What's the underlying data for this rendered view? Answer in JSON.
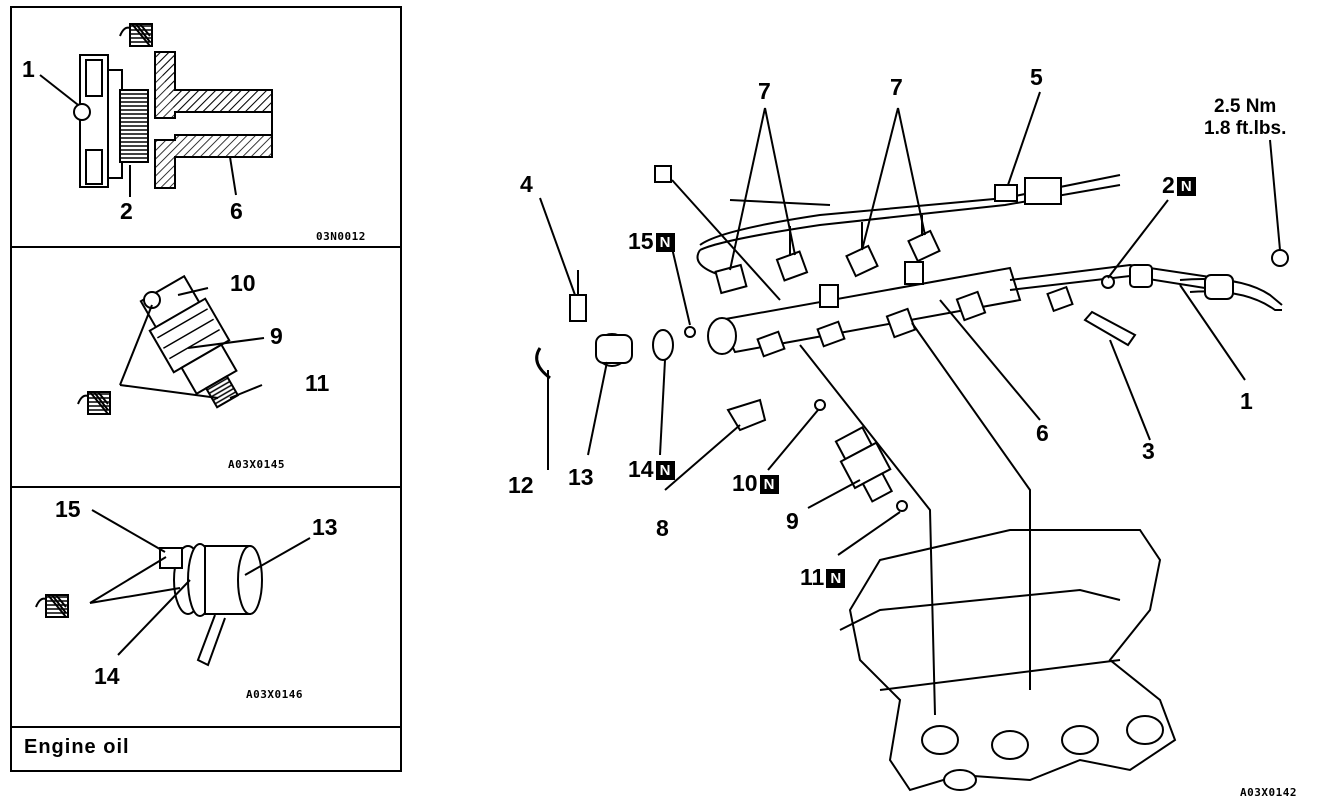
{
  "left_panel": {
    "top_figure": {
      "labels": {
        "l1": "1",
        "l2": "2",
        "l6": "6"
      },
      "code": "03N0012"
    },
    "middle_figure": {
      "labels": {
        "l10": "10",
        "l9": "9",
        "l11": "11"
      },
      "code": "A03X0145"
    },
    "bottom_figure": {
      "labels": {
        "l15": "15",
        "l13": "13",
        "l14": "14"
      },
      "code": "A03X0146"
    },
    "legend": {
      "text": "Engine oil",
      "icon": "oil-can-icon"
    }
  },
  "main_diagram": {
    "torque": {
      "line1": "2.5 Nm",
      "line2": "1.8 ft.lbs."
    },
    "new_part_marker": "N",
    "labels": {
      "p1": "1",
      "p2": "2",
      "p3": "3",
      "p4": "4",
      "p5": "5",
      "p6": "6",
      "p7a": "7",
      "p7b": "7",
      "p8": "8",
      "p9": "9",
      "p10": "10",
      "p11": "11",
      "p12": "12",
      "p13": "13",
      "p14": "14",
      "p15": "15"
    },
    "code": "A03X0142"
  }
}
